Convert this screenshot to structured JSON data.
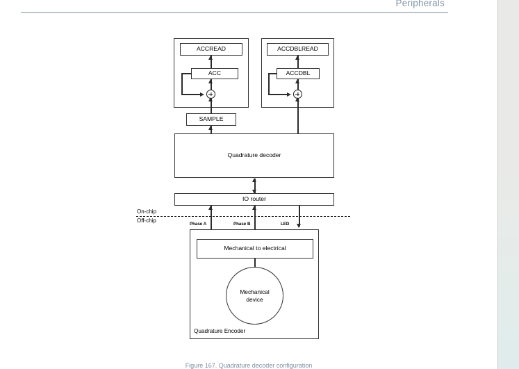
{
  "page": {
    "header_title": "Peripherals",
    "figure_caption": "Figure 167. Quadrature decoder configuration"
  },
  "diagram": {
    "acc_group": {
      "read_box": "ACCREAD",
      "acc_box": "ACC",
      "sum_symbol": "+"
    },
    "accdbl_group": {
      "read_box": "ACCDBLREAD",
      "acc_box": "ACCDBL",
      "sum_symbol": "+"
    },
    "sample_box": "SAMPLE",
    "decoder_box": "Quadrature decoder",
    "io_router_box": "IO router",
    "boundary": {
      "on_chip_label": "On-chip",
      "off_chip_label": "Off-chip"
    },
    "signals": {
      "phase_a": "Phase A",
      "phase_b": "Phase B",
      "led": "LED"
    },
    "encoder": {
      "title": "Quadrature Encoder",
      "transducer_box": "Mechanical to electrical",
      "device_circle": "Mechanical\ndevice",
      "device_circle_line1": "Mechanical",
      "device_circle_line2": "device"
    }
  },
  "colors": {
    "header_text": "#8496a8",
    "header_rule": "#b9c4cc",
    "caption_text": "#7d8fa1",
    "line": "#2b2b2b",
    "box_border": "#333333",
    "sidebar": "#e9eae7"
  }
}
